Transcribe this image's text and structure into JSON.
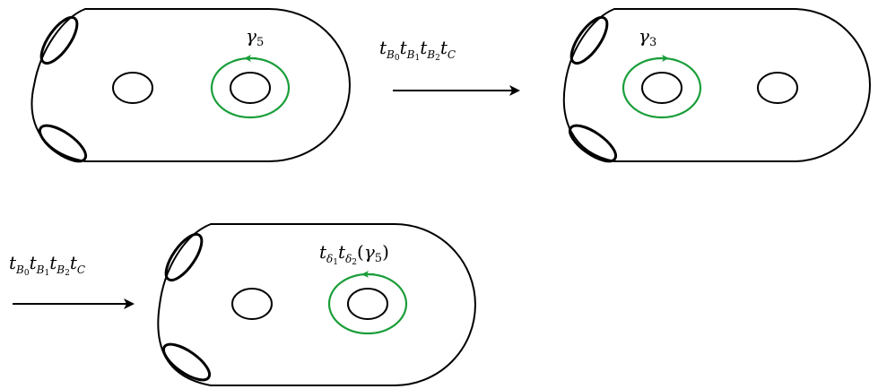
{
  "colors": {
    "curve": "#1a9e3a",
    "ink": "#000000"
  },
  "panels": [
    {
      "curve_label": "γ5",
      "curve_label_main": "γ",
      "curve_label_sub": "5"
    },
    {
      "curve_label": "γ3",
      "curve_label_main": "γ",
      "curve_label_sub": "3"
    },
    {
      "curve_label": "tδ1tδ2(γ5)"
    }
  ],
  "arrow_label": "tB0tB1tB2tC"
}
